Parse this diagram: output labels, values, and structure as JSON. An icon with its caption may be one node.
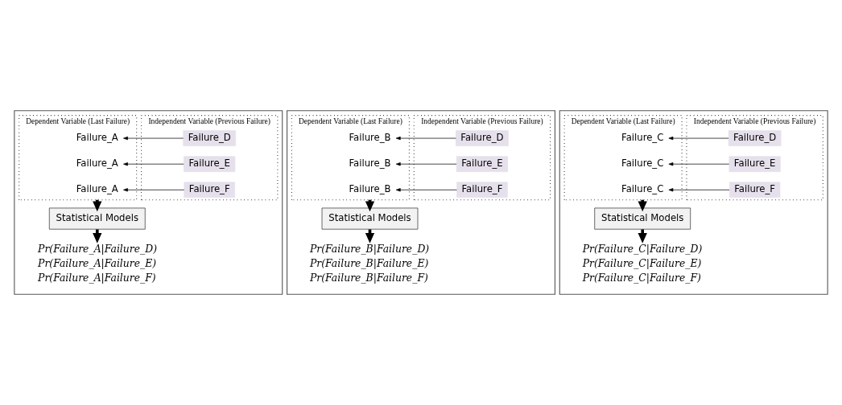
{
  "diagram": {
    "nodes": [
      {
        "text": [],
        "shape": "box"
      },
      {
        "text": [
          "Independent Variable (Previous Failure)"
        ],
        "in": 0
      },
      {
        "text": [
          "Failure_D"
        ],
        "in": 1
      },
      {
        "text": [
          "Failure_E"
        ],
        "in": 1
      },
      {
        "text": [
          "Failure_F"
        ],
        "in": 1
      },
      {
        "text": [
          "Dependent Variable (Last Failure)"
        ],
        "in": 0
      },
      {
        "text": [
          "Failure_A"
        ],
        "in": 5
      },
      {
        "text": [
          "Failure_A"
        ],
        "in": 5
      },
      {
        "text": [
          "Failure_A"
        ],
        "in": 5
      },
      {
        "text": [
          "Statistical Models"
        ],
        "in": 0
      },
      {
        "text": [
          "Pr(Failure_A|Failure_D)",
          "Pr(Failure_A|Failure_E)",
          "Pr(Failure_A|Failure_F)"
        ],
        "in": 0
      },
      {
        "text": [],
        "shape": "box"
      },
      {
        "text": [
          "Independent Variable (Previous Failure)"
        ],
        "in": 11
      },
      {
        "text": [
          "Failure_D"
        ],
        "in": 12
      },
      {
        "text": [
          "Failure_E"
        ],
        "in": 12
      },
      {
        "text": [
          "Failure_F"
        ],
        "in": 12
      },
      {
        "text": [
          "Dependent Variable (Last Failure)"
        ],
        "in": 11
      },
      {
        "text": [
          "Failure_B"
        ],
        "in": 16
      },
      {
        "text": [
          "Failure_B"
        ],
        "in": 16
      },
      {
        "text": [
          "Failure_B"
        ],
        "in": 16
      },
      {
        "text": [
          "Statistical Models"
        ],
        "in": 11
      },
      {
        "text": [
          "Pr(Failure_B|Failure_D)",
          "Pr(Failure_B|Failure_E)",
          "Pr(Failure_B|Failure_F)"
        ],
        "in": 11
      },
      {
        "text": [],
        "shape": "box"
      },
      {
        "text": [
          "Independent Variable (Previous Failure)"
        ],
        "in": 22
      },
      {
        "text": [
          "Failure_D"
        ],
        "in": 23
      },
      {
        "text": [
          "Failure_E"
        ],
        "in": 23
      },
      {
        "text": [
          "Failure_F"
        ],
        "in": 23
      },
      {
        "text": [
          "Dependent Variable (Last Failure)"
        ],
        "in": 22
      },
      {
        "text": [
          "Failure_C"
        ],
        "in": 27
      },
      {
        "text": [
          "Failure_C"
        ],
        "in": 27
      },
      {
        "text": [
          "Failure_C"
        ],
        "in": 27
      },
      {
        "text": [
          "Statistical Models"
        ],
        "in": 22
      },
      {
        "text": [
          "Pr(Failure_C|Failure_D)",
          "Pr(Failure_C|Failure_E)",
          "Pr(Failure_C|Failure_F)"
        ],
        "in": 22
      }
    ],
    "edges": [
      {
        "from": 2,
        "to": 6,
        "arrow": "to"
      },
      {
        "from": 3,
        "to": 7,
        "arrow": "to"
      },
      {
        "from": 4,
        "to": 8,
        "arrow": "to"
      },
      {
        "from": 5,
        "to": 9,
        "arrow": "to",
        "style": "thick"
      },
      {
        "from": 9,
        "to": 10,
        "arrow": "to",
        "style": "thick"
      },
      {
        "from": 13,
        "to": 17,
        "arrow": "to"
      },
      {
        "from": 14,
        "to": 18,
        "arrow": "to"
      },
      {
        "from": 15,
        "to": 19,
        "arrow": "to"
      },
      {
        "from": 16,
        "to": 20,
        "arrow": "to",
        "style": "thick"
      },
      {
        "from": 20,
        "to": 21,
        "arrow": "to",
        "style": "thick"
      },
      {
        "from": 24,
        "to": 28,
        "arrow": "to"
      },
      {
        "from": 25,
        "to": 29,
        "arrow": "to"
      },
      {
        "from": 26,
        "to": 30,
        "arrow": "to"
      },
      {
        "from": 27,
        "to": 31,
        "arrow": "to",
        "style": "thick"
      },
      {
        "from": 31,
        "to": 32,
        "arrow": "to",
        "style": "thick"
      }
    ]
  }
}
